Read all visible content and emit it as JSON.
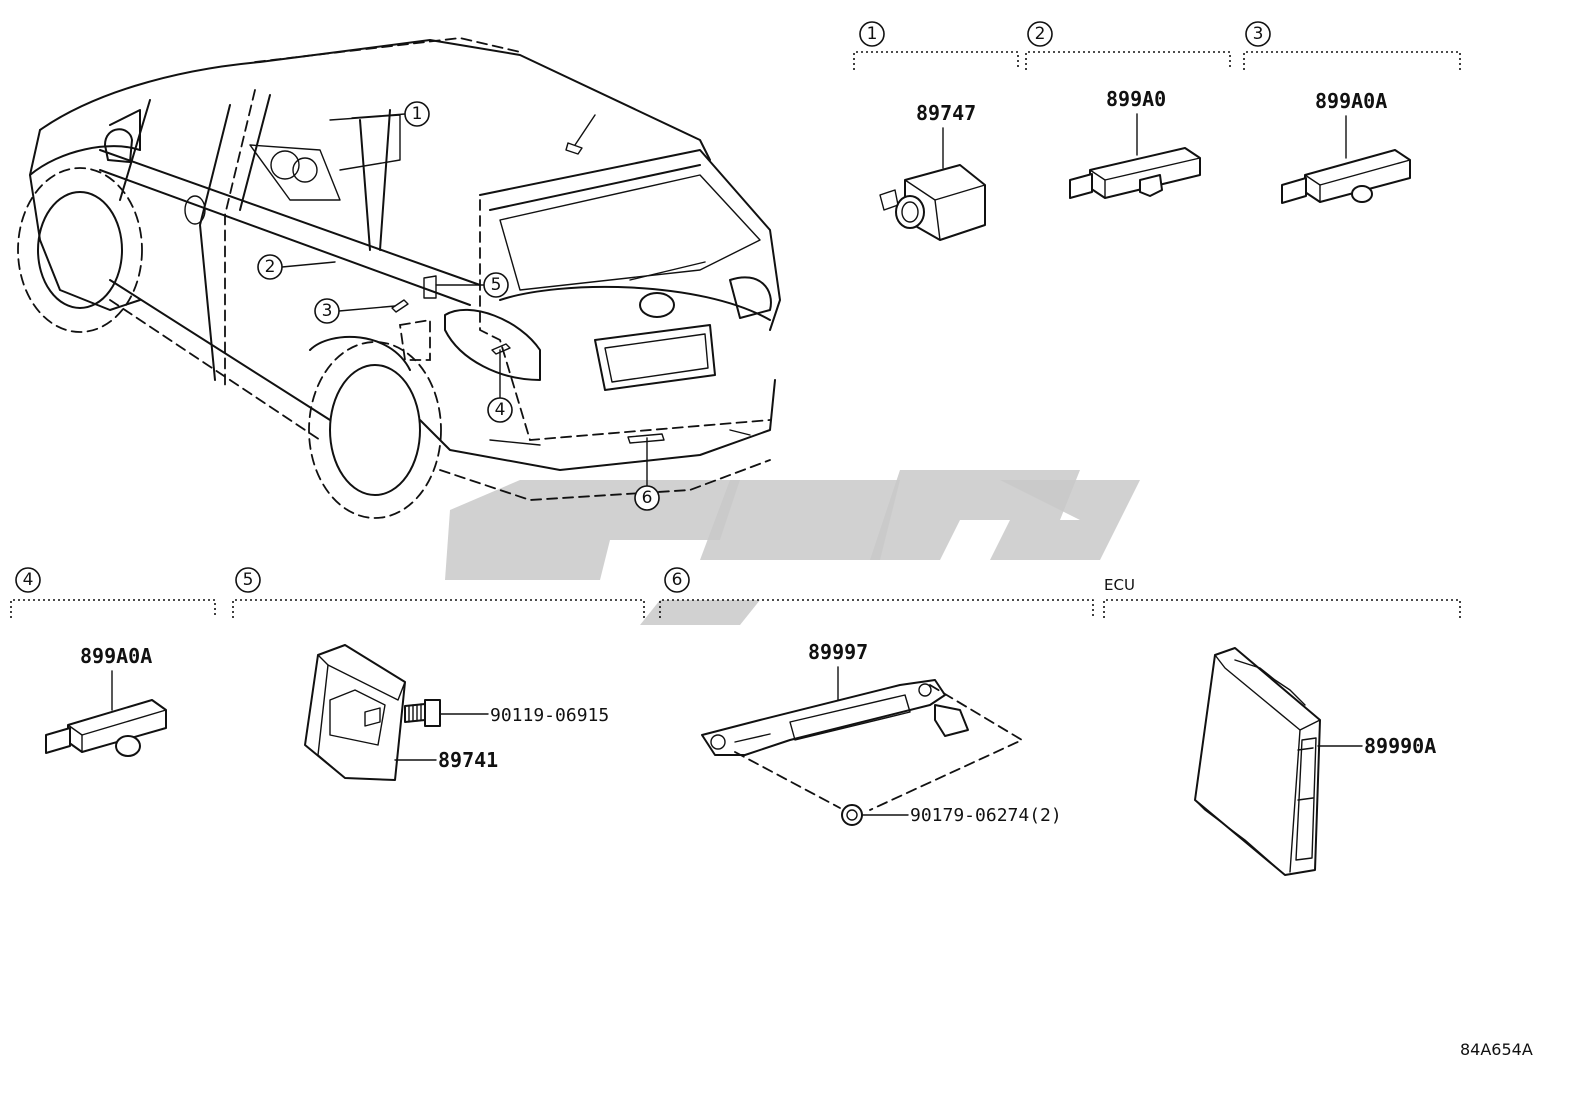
{
  "callouts": [
    "1",
    "2",
    "3",
    "4",
    "5",
    "6"
  ],
  "sections": {
    "s1": {
      "number": "1",
      "part": "89747"
    },
    "s2": {
      "number": "2",
      "part": "899A0"
    },
    "s3": {
      "number": "3",
      "part": "899A0A"
    },
    "s4": {
      "number": "4",
      "part": "899A0A"
    },
    "s5": {
      "number": "5",
      "part": "89741",
      "bolt": "90119-06915"
    },
    "s6": {
      "number": "6",
      "part": "89997",
      "nut": "90179-06274(2)"
    },
    "ecu": {
      "label": "ECU",
      "part": "89990A"
    }
  },
  "diagram_code": "84A654A",
  "colors": {
    "line": "#111111",
    "watermark": "#c9c9c9",
    "background": "#ffffff"
  }
}
